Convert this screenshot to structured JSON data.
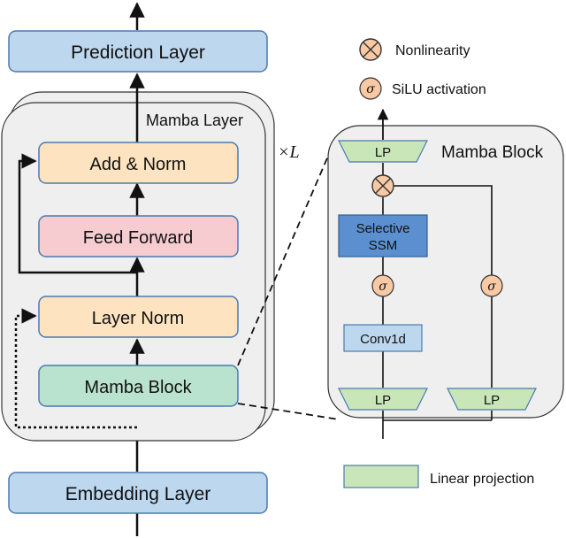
{
  "prediction_layer": "Prediction Layer",
  "embedding_layer": "Embedding Layer",
  "mamba_layer": {
    "title": "Mamba Layer",
    "repeat": "×L",
    "add_norm": "Add & Norm",
    "feed_forward": "Feed Forward",
    "layer_norm": "Layer Norm",
    "mamba_block": "Mamba Block"
  },
  "mamba_block_detail": {
    "title": "Mamba Block",
    "lp_top": "LP",
    "selective_ssm_line1": "Selective",
    "selective_ssm_line2": "SSM",
    "conv1d": "Conv1d",
    "lp_bottom_left": "LP",
    "lp_bottom_right": "LP",
    "sigma_left": "σ",
    "sigma_right": "σ"
  },
  "legend": {
    "nonlinearity": "Nonlinearity",
    "silu": "SiLU activation",
    "silu_symbol": "σ",
    "linear_projection": "Linear projection"
  },
  "colors": {
    "blue_box": "#bdd7ee",
    "blue_box_stroke": "#4a7ab0",
    "orange_box": "#fde3bf",
    "pink_box": "#f7ccd0",
    "green_box": "#b9e3cf",
    "green_lp": "#c9e6b8",
    "ssm_blue": "#5b8fd0",
    "sigma_fill": "#f8c9a4",
    "panel": "#efefef"
  }
}
